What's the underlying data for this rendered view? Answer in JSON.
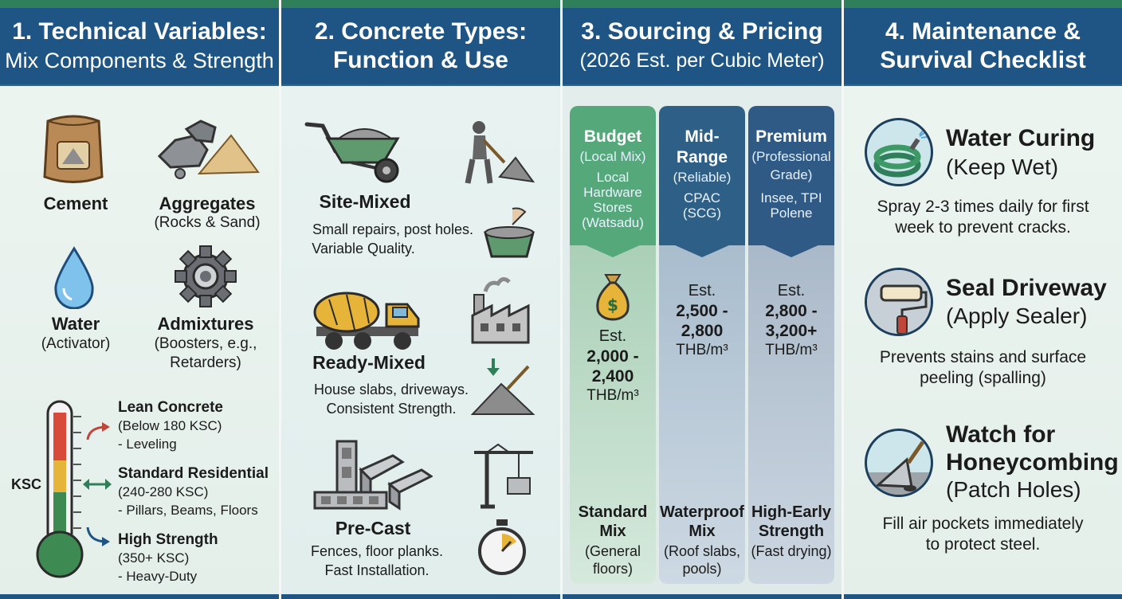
{
  "columns": {
    "technical": {
      "title": "1. Technical Variables:",
      "subtitle": "Mix Components & Strength",
      "components": {
        "cement": "Cement",
        "aggregates": "Aggregates",
        "aggregates_sub": "(Rocks & Sand)",
        "water": "Water",
        "water_sub": "(Activator)",
        "admixtures": "Admixtures",
        "admixtures_sub1": "(Boosters, e.g.,",
        "admixtures_sub2": "Retarders)"
      },
      "ksc_label": "KSC",
      "strength": [
        {
          "title": "Lean Concrete",
          "range": "(Below 180 KSC)",
          "use": "- Leveling"
        },
        {
          "title": "Standard Residential",
          "range": "(240-280 KSC)",
          "use": "- Pillars, Beams, Floors"
        },
        {
          "title": "High Strength",
          "range": "(350+ KSC)",
          "use": "- Heavy-Duty"
        }
      ]
    },
    "types": {
      "title": "2. Concrete Types:",
      "subtitle": "Function & Use",
      "items": [
        {
          "title": "Site-Mixed",
          "desc1": "Small repairs, post holes.",
          "desc2": "Variable Quality."
        },
        {
          "title": "Ready-Mixed",
          "desc1": "House slabs, driveways.",
          "desc2": "Consistent Strength."
        },
        {
          "title": "Pre-Cast",
          "desc1": "Fences, floor planks.",
          "desc2": "Fast Installation."
        }
      ]
    },
    "pricing": {
      "title": "3. Sourcing & Pricing",
      "subtitle": "(2026 Est. per Cubic Meter)",
      "tiers": [
        {
          "title1": "Budget",
          "title2": "",
          "sub": "(Local Mix)",
          "source": [
            "Local",
            "Hardware",
            "Stores",
            "(Watsadu)"
          ],
          "est": "Est.",
          "price1": "2,000 -",
          "price2": "2,400",
          "unit": "THB/m³",
          "mix1": "Standard",
          "mix2": "Mix",
          "mixsub1": "(General",
          "mixsub2": "floors)"
        },
        {
          "title1": "Mid-",
          "title2": "Range",
          "sub": "(Reliable)",
          "source": [
            "CPAC",
            "(SCG)"
          ],
          "est": "Est.",
          "price1": "2,500 -",
          "price2": "2,800",
          "unit": "THB/m³",
          "mix1": "Waterproof",
          "mix2": "Mix",
          "mixsub1": "(Roof slabs,",
          "mixsub2": "pools)"
        },
        {
          "title1": "Premium",
          "title2": "",
          "sub": "(Professional",
          "sub2": "Grade)",
          "source": [
            "Insee, TPI",
            "Polene"
          ],
          "est": "Est.",
          "price1": "2,800 -",
          "price2": "3,200+",
          "unit": "THB/m³",
          "mix1": "High-Early",
          "mix2": "Strength",
          "mixsub1": "(Fast drying)",
          "mixsub2": ""
        }
      ],
      "colors": {
        "budget": "#55a879",
        "mid": "#2e5f86",
        "premium": "#2f5a86"
      }
    },
    "maintenance": {
      "title": "4. Maintenance &",
      "subtitle": "Survival Checklist",
      "items": [
        {
          "title": "Water Curing",
          "sub": "(Keep Wet)",
          "desc1": "Spray 2-3 times daily for first",
          "desc2": "week to prevent cracks."
        },
        {
          "title": "Seal Driveway",
          "sub": "(Apply Sealer)",
          "desc1": "Prevents stains and surface",
          "desc2": "peeling (spalling)"
        },
        {
          "title": "Watch for",
          "title2": "Honeycombing",
          "sub": "(Patch Holes)",
          "desc1": "Fill air pockets immediately",
          "desc2": "to protect steel."
        }
      ]
    }
  }
}
